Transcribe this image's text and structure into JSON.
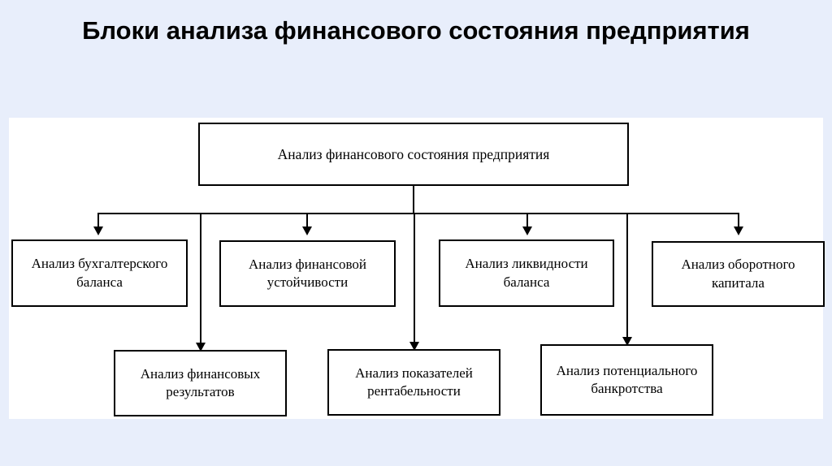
{
  "slide": {
    "title": "Блоки анализа финансового состояния предприятия",
    "background_color": "#e8eefb",
    "canvas_color": "#ffffff",
    "line_color": "#000000"
  },
  "diagram": {
    "type": "hierarchy-tree",
    "root": {
      "label": "Анализ финансового состояния предприятия"
    },
    "level2": [
      {
        "label": "Анализ бухгалтерского баланса"
      },
      {
        "label": "Анализ финансовой устойчивости"
      },
      {
        "label": "Анализ ликвидности баланса"
      },
      {
        "label": "Анализ оборотного капитала"
      }
    ],
    "level3": [
      {
        "label": "Анализ финансовых результатов"
      },
      {
        "label": "Анализ показателей рентабельности"
      },
      {
        "label": "Анализ потенциального банкротства"
      }
    ]
  }
}
